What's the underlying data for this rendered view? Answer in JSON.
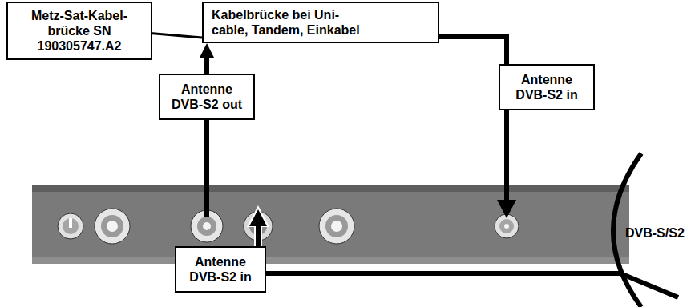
{
  "diagram": {
    "nodes": [
      {
        "text": [
          "Metz-Sat-Kabel- brücke SN 190305747.A2"
        ]
      },
      {
        "text": [
          "Kabelbrücke bei Uni- cable, Tandem, Einkabel"
        ]
      },
      {
        "text": [
          "Antenne DVB-S2 out"
        ]
      },
      {
        "text": [
          "Antenne DVB-S2 in"
        ]
      },
      {
        "text": [
          "Antenne DVB-S2 in"
        ]
      }
    ],
    "edges": [
      {
        "from": 2,
        "to": 1,
        "arrow": "to"
      },
      {
        "from": 1,
        "to": 3,
        "arrow": "none"
      }
    ],
    "labels": [
      "DVB-S/S2"
    ]
  }
}
